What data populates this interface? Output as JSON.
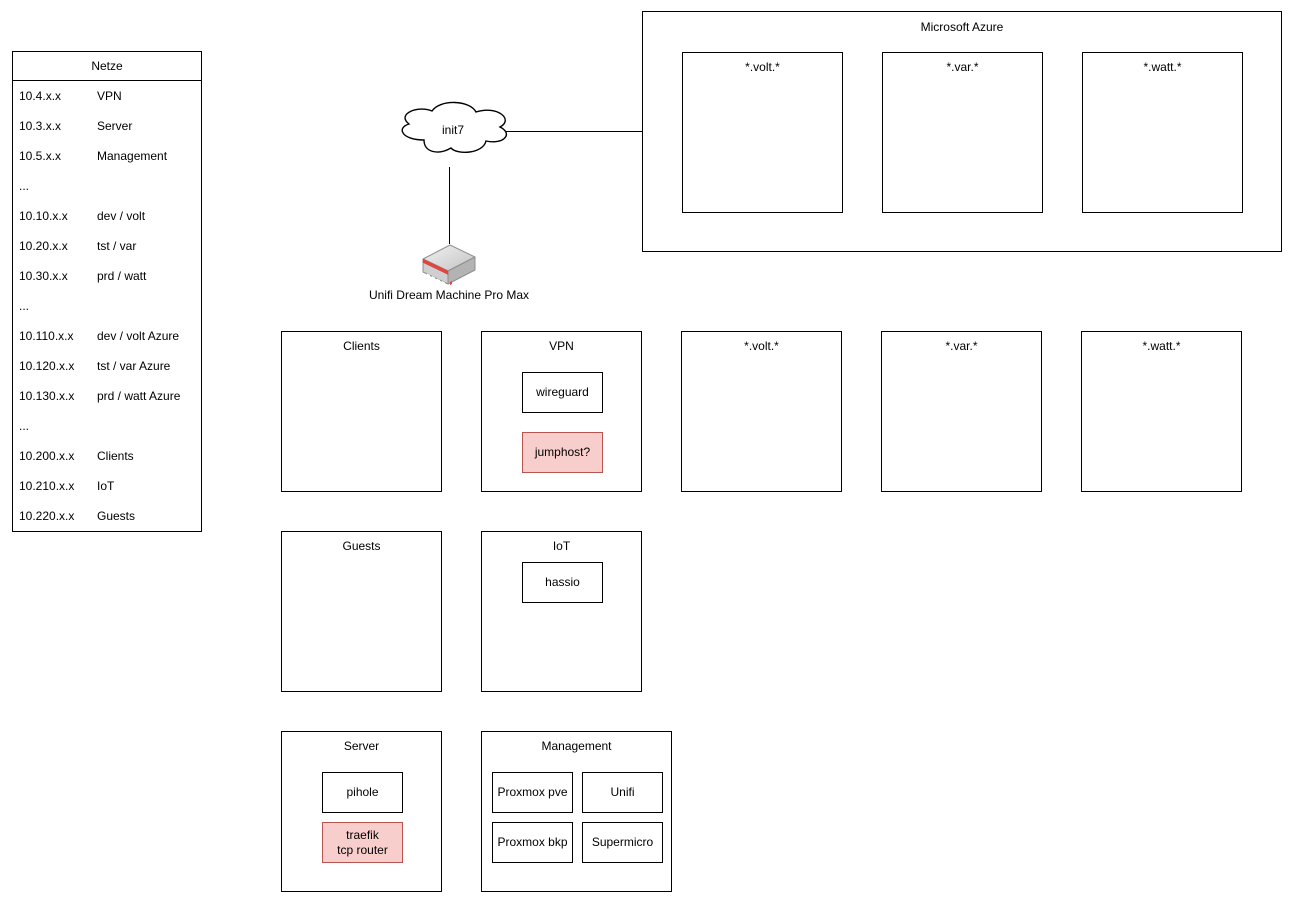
{
  "colors": {
    "box_border": "#000000",
    "highlight_fill": "#f8cecc",
    "highlight_border": "#b85450",
    "router_stripe_red": "#e8423d",
    "router_gray": "#c9c9c9"
  },
  "netze_table": {
    "title": "Netze",
    "rows": [
      {
        "cidr": "10.4.x.x",
        "label": "VPN"
      },
      {
        "cidr": "10.3.x.x",
        "label": "Server"
      },
      {
        "cidr": "10.5.x.x",
        "label": "Management"
      },
      {
        "cidr": "...",
        "label": ""
      },
      {
        "cidr": "10.10.x.x",
        "label": "dev / volt"
      },
      {
        "cidr": "10.20.x.x",
        "label": "tst / var"
      },
      {
        "cidr": "10.30.x.x",
        "label": "prd / watt"
      },
      {
        "cidr": "...",
        "label": ""
      },
      {
        "cidr": "10.110.x.x",
        "label": "dev / volt Azure"
      },
      {
        "cidr": "10.120.x.x",
        "label": "tst / var Azure"
      },
      {
        "cidr": "10.130.x.x",
        "label": "prd / watt Azure"
      },
      {
        "cidr": "...",
        "label": ""
      },
      {
        "cidr": "10.200.x.x",
        "label": "Clients"
      },
      {
        "cidr": "10.210.x.x",
        "label": "IoT"
      },
      {
        "cidr": "10.220.x.x",
        "label": "Guests"
      }
    ]
  },
  "internet": {
    "cloud_label": "init7",
    "router_label": "Unifi Dream Machine Pro Max"
  },
  "azure": {
    "title": "Microsoft Azure",
    "subnets": [
      {
        "title": "*.volt.*"
      },
      {
        "title": "*.var.*"
      },
      {
        "title": "*.watt.*"
      }
    ]
  },
  "zones": {
    "clients": {
      "title": "Clients"
    },
    "vpn": {
      "title": "VPN",
      "nodes": [
        {
          "label": "wireguard",
          "highlight": false
        },
        {
          "label": "jumphost?",
          "highlight": true
        }
      ]
    },
    "volt": {
      "title": "*.volt.*"
    },
    "var": {
      "title": "*.var.*"
    },
    "watt": {
      "title": "*.watt.*"
    },
    "guests": {
      "title": "Guests"
    },
    "iot": {
      "title": "IoT",
      "nodes": [
        {
          "label": "hassio",
          "highlight": false
        }
      ]
    },
    "server": {
      "title": "Server",
      "nodes": [
        {
          "lines": [
            "pihole"
          ],
          "highlight": false
        },
        {
          "lines": [
            "traefik",
            "tcp router"
          ],
          "highlight": true
        }
      ]
    },
    "management": {
      "title": "Management",
      "nodes": [
        {
          "label": "Proxmox pve"
        },
        {
          "label": "Unifi"
        },
        {
          "label": "Proxmox bkp"
        },
        {
          "label": "Supermicro"
        }
      ]
    }
  }
}
